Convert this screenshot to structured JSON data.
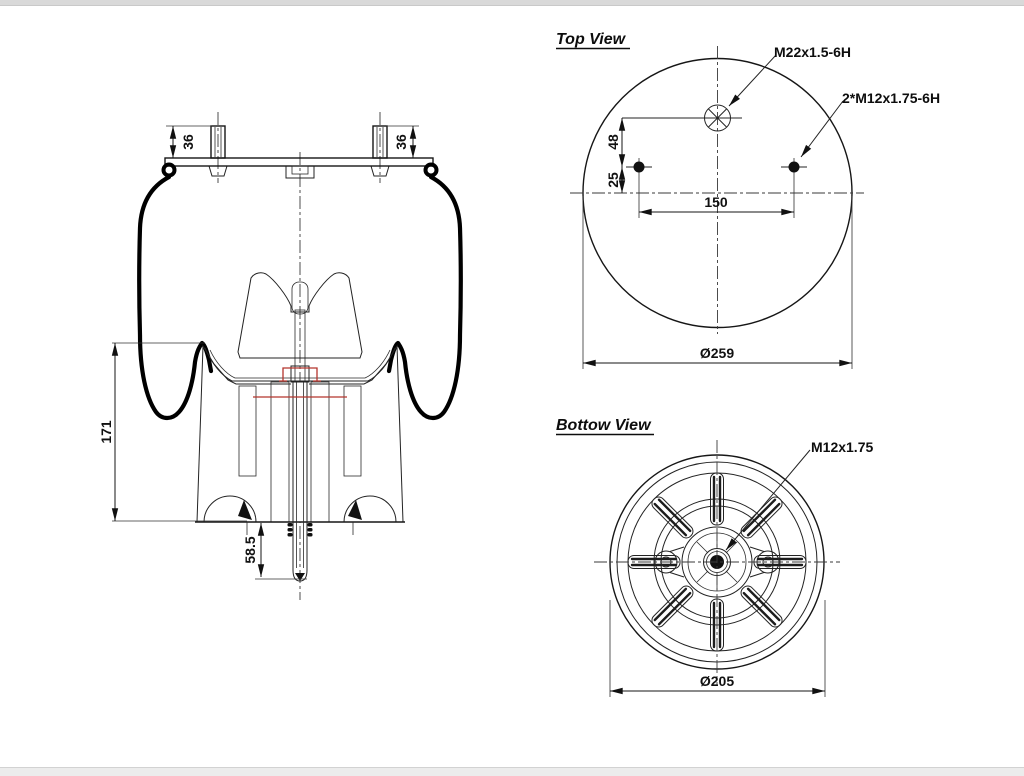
{
  "colors": {
    "line": "#1a1a1a",
    "accent_red": "#b3342c",
    "hatch": "#7a7a7a",
    "page_margin_top": "#d9d9d9",
    "page_margin_bottom": "#ececec"
  },
  "drawing": {
    "side_view": {
      "dim_stud_left": "36",
      "dim_stud_right": "36",
      "dim_assembly_height": "171",
      "dim_lower_stud_length": "58.5"
    },
    "top_view": {
      "title": "Top View",
      "label_air_fitting_thread": "M22x1.5-6H",
      "label_mounting_studs_thread": "2*M12x1.75-6H",
      "dim_fitting_to_studs": "48",
      "dim_studs_to_centerline": "25",
      "dim_stud_spacing": "150",
      "dim_plate_diameter": "Ø259"
    },
    "bottom_view": {
      "title": "Bottow View",
      "label_stud_thread": "M12x1.75",
      "dim_piston_diameter": "Ø205"
    }
  }
}
